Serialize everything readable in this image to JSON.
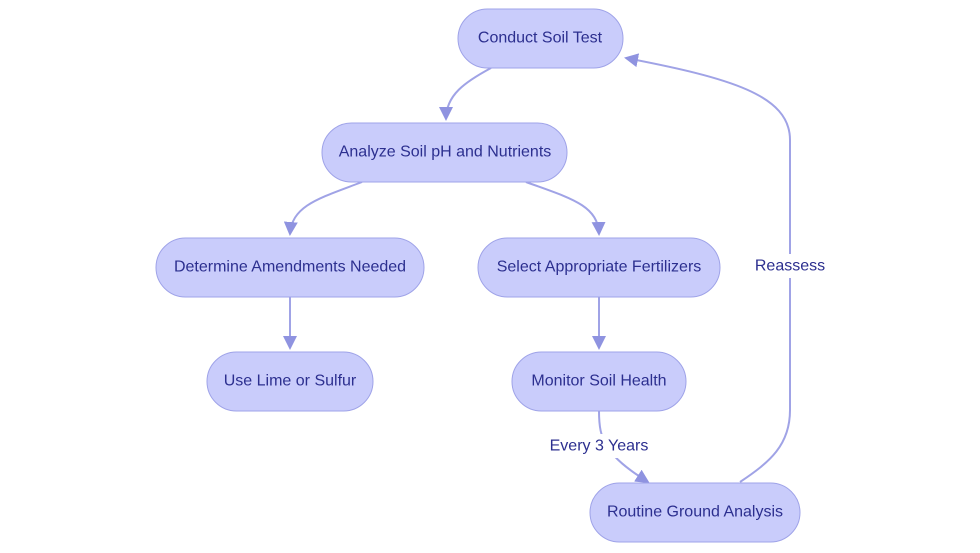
{
  "nodes": {
    "conduct": "Conduct Soil Test",
    "analyze": "Analyze Soil pH and Nutrients",
    "determine": "Determine Amendments Needed",
    "select": "Select Appropriate Fertilizers",
    "lime": "Use Lime or Sulfur",
    "monitor": "Monitor Soil Health",
    "routine": "Routine Ground Analysis"
  },
  "edge_labels": {
    "every3": "Every 3 Years",
    "reassess": "Reassess"
  },
  "colors": {
    "node_fill": "#c9ccfb",
    "node_stroke": "#9fa3e8",
    "edge": "#a0a3e6",
    "text": "#2c2f8f"
  }
}
